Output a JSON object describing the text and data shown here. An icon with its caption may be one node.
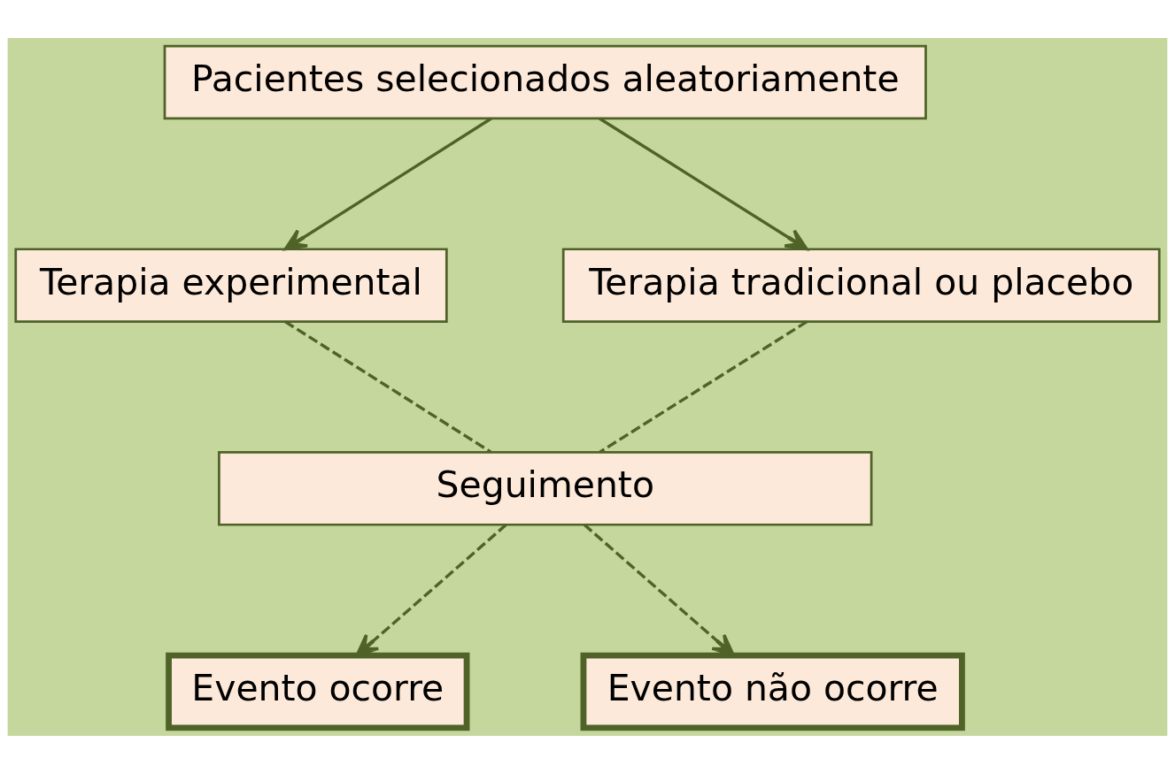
{
  "diagram": {
    "nodes": [
      {
        "text": [
          "Pacientes selecionados aleatoriamente"
        ]
      },
      {
        "text": [
          "Terapia experimental"
        ]
      },
      {
        "text": [
          "Terapia tradicional ou placebo"
        ]
      },
      {
        "text": [
          "Seguimento"
        ]
      },
      {
        "text": [
          "Evento ocorre"
        ]
      },
      {
        "text": [
          "Evento não ocorre"
        ]
      }
    ],
    "edges": [
      {
        "from": 0,
        "to": 1,
        "arrow": "to"
      },
      {
        "from": 0,
        "to": 2,
        "arrow": "to"
      },
      {
        "from": 1,
        "to": 3,
        "arrow": "none",
        "style": "dashed"
      },
      {
        "from": 2,
        "to": 3,
        "arrow": "none",
        "style": "dashed"
      },
      {
        "from": 3,
        "to": 4,
        "arrow": "to",
        "style": "dashed"
      },
      {
        "from": 3,
        "to": 5,
        "arrow": "to",
        "style": "dashed"
      }
    ]
  }
}
